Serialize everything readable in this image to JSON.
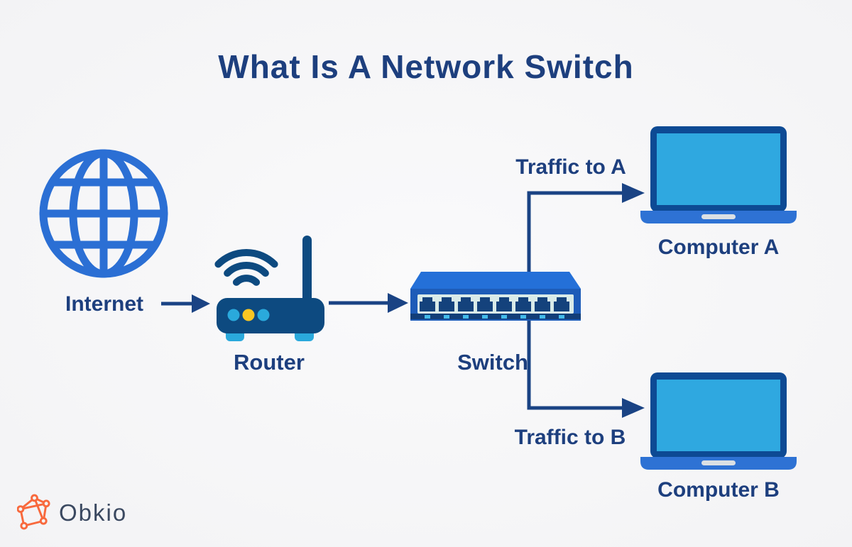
{
  "title": "What Is A Network Switch",
  "diagram": {
    "nodes": [
      {
        "id": "internet",
        "label": "Internet",
        "icon": "globe-icon"
      },
      {
        "id": "router",
        "label": "Router",
        "icon": "router-icon"
      },
      {
        "id": "switch",
        "label": "Switch",
        "icon": "network-switch-icon",
        "ports": 8
      },
      {
        "id": "computer-a",
        "label": "Computer A",
        "icon": "laptop-icon"
      },
      {
        "id": "computer-b",
        "label": "Computer B",
        "icon": "laptop-icon"
      }
    ],
    "edges": [
      {
        "from": "internet",
        "to": "router",
        "label": ""
      },
      {
        "from": "router",
        "to": "switch",
        "label": ""
      },
      {
        "from": "switch",
        "to": "computer-a",
        "label": "Traffic to A"
      },
      {
        "from": "switch",
        "to": "computer-b",
        "label": "Traffic to B"
      }
    ]
  },
  "branding": {
    "logo_text": "Obkio",
    "logo_icon": "obkio-network-graph-icon"
  },
  "colors": {
    "background": "#f4f4f6",
    "title_text": "#1d3f7e",
    "label_text": "#1d3f7e",
    "connector_line": "#1a4384",
    "globe_blue": "#2b6fd4",
    "router_body": "#0d4a80",
    "accent_cyan": "#2aa9dc",
    "accent_yellow": "#f9c623",
    "switch_top": "#2470d8",
    "switch_front": "#1d5cb8",
    "switch_port_panel": "#d9ebe9",
    "switch_port": "#14427c",
    "switch_led": "#43bbea",
    "laptop_frame": "#0d4a94",
    "laptop_screen": "#2fa8e0",
    "laptop_base": "#2e72d4",
    "logo_orange": "#f8693d",
    "logo_text_color": "#3a4860"
  }
}
